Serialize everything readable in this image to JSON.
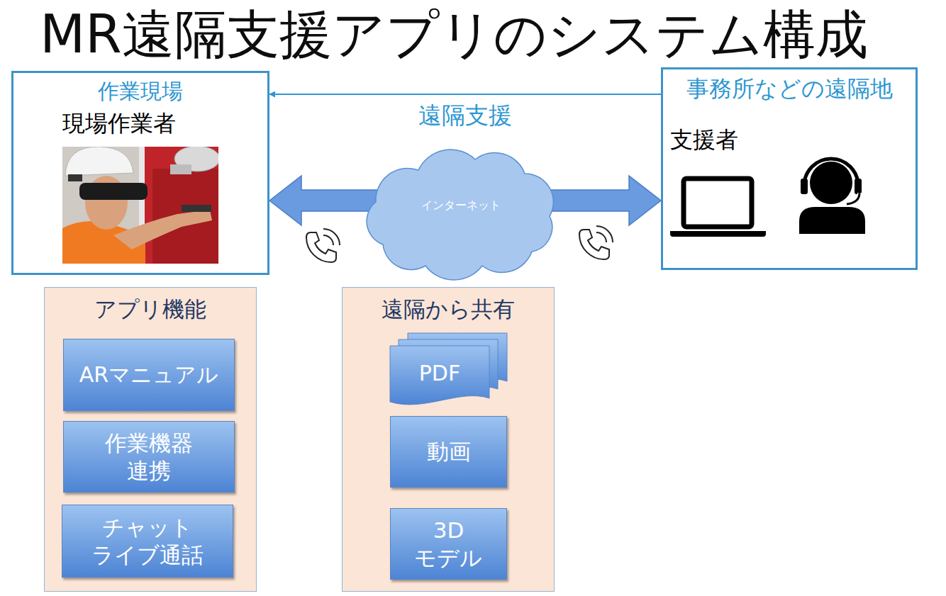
{
  "diagram": {
    "title": "MR遠隔支援アプリのシステム構成",
    "nodes": [
      {
        "text": [
          "作業現場",
          "現場作業者"
        ]
      },
      {
        "text": [
          "事務所などの遠隔地",
          "支援者"
        ]
      },
      {
        "text": [
          "インターネット"
        ]
      },
      {
        "text": [
          "アプリ機能"
        ]
      },
      {
        "text": [
          "ARマニュアル"
        ],
        "in": 3
      },
      {
        "text": [
          "作業機器 連携"
        ],
        "in": 3
      },
      {
        "text": [
          "チャット ライブ通話"
        ],
        "in": 3
      },
      {
        "text": [
          "遠隔から共有"
        ]
      },
      {
        "text": [
          "PDF"
        ],
        "in": 7
      },
      {
        "text": [
          "動画"
        ],
        "in": 7
      },
      {
        "text": [
          "3D モデル"
        ],
        "in": 7
      }
    ],
    "edges": [
      {
        "from": 0,
        "to": 1,
        "arrow": "both"
      },
      {
        "from": 1,
        "to": 0,
        "arrow": "to",
        "label": "遠隔支援"
      }
    ]
  }
}
